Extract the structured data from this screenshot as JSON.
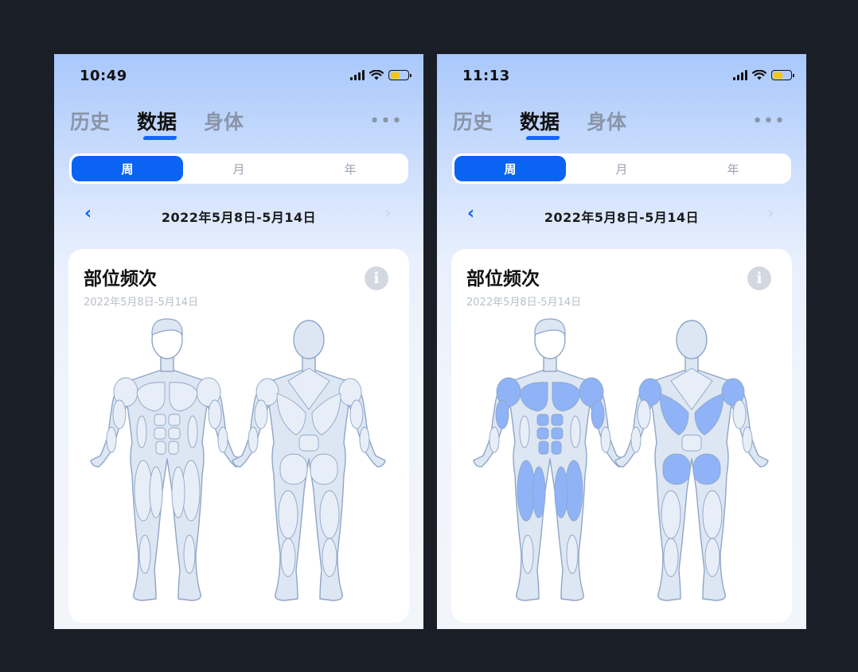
{
  "screens": [
    {
      "status": {
        "time": "10:49"
      },
      "tabs": [
        {
          "label": "历史"
        },
        {
          "label": "数据"
        },
        {
          "label": "身体"
        }
      ],
      "more": "•••",
      "segments": [
        {
          "label": "周"
        },
        {
          "label": "月"
        },
        {
          "label": "年"
        }
      ],
      "date_range": "2022年5月8日-5月14日",
      "card": {
        "title": "部位频次",
        "subtitle": "2022年5月8日-5月14日",
        "info_glyph": "i"
      },
      "highlighted_muscles": []
    },
    {
      "status": {
        "time": "11:13"
      },
      "tabs": [
        {
          "label": "历史"
        },
        {
          "label": "数据"
        },
        {
          "label": "身体"
        }
      ],
      "more": "•••",
      "segments": [
        {
          "label": "周"
        },
        {
          "label": "月"
        },
        {
          "label": "年"
        }
      ],
      "date_range": "2022年5月8日-5月14日",
      "card": {
        "title": "部位频次",
        "subtitle": "2022年5月8日-5月14日",
        "info_glyph": "i"
      },
      "highlighted_muscles": [
        "chest",
        "shoulders",
        "abs",
        "biceps",
        "quads",
        "lats",
        "glutes"
      ]
    }
  ],
  "colors": {
    "accent": "#0a63f2",
    "muscle_base": "#dde6f3",
    "muscle_highlight": "#8fb3f6",
    "outline": "#8ea6c8",
    "battery": "#f5c518"
  }
}
